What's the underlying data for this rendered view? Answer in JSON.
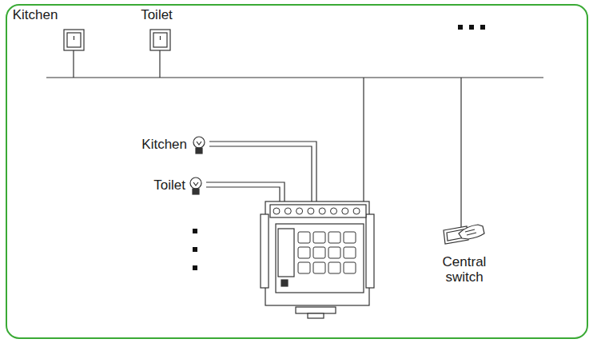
{
  "diagram": {
    "labels": [
      "Kitchen",
      "Toilet",
      "Kitchen",
      "Toilet",
      "Central switch"
    ]
  }
}
